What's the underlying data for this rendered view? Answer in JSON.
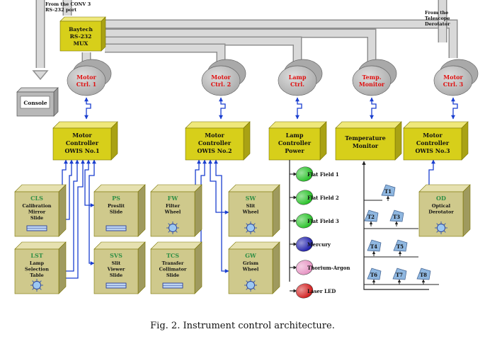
{
  "top_labels": {
    "conv": [
      "From the CONV 3",
      "RS-232 port"
    ],
    "telescope": [
      "From the",
      "Telescope",
      "Derotator"
    ]
  },
  "mux": [
    "Baytech",
    "RS-232",
    "MUX"
  ],
  "console": "Console",
  "ctrls": [
    [
      "Motor",
      "Ctrl. 1"
    ],
    [
      "Motor",
      "Ctrl. 2"
    ],
    [
      "Lamp",
      "Ctrl."
    ],
    [
      "Temp.",
      "Monitor"
    ],
    [
      "Motor",
      "Ctrl. 3"
    ]
  ],
  "controllers": [
    [
      "Motor",
      "Controller",
      "OWIS No.1"
    ],
    [
      "Motor",
      "Controller",
      "OWIS No.2"
    ],
    [
      "Lamp",
      "Controller",
      "Power"
    ],
    [
      "Temperature",
      "Monitor"
    ],
    [
      "Motor",
      "Controller",
      "OWIS No.3"
    ]
  ],
  "devices": [
    {
      "code": "CLS",
      "lines": [
        "Calibration",
        "Mirror",
        "Slide"
      ],
      "icon": "slide"
    },
    {
      "code": "PS",
      "lines": [
        "Preslit",
        "Slide"
      ],
      "icon": "slide"
    },
    {
      "code": "LST",
      "lines": [
        "Lamp",
        "Selection",
        "Table"
      ],
      "icon": "wheel"
    },
    {
      "code": "SVS",
      "lines": [
        "Slit",
        "Viewer",
        "Slide"
      ],
      "icon": "slide"
    },
    {
      "code": "FW",
      "lines": [
        "Filter",
        "Wheel"
      ],
      "icon": "wheel"
    },
    {
      "code": "SW",
      "lines": [
        "Slit",
        "Wheel"
      ],
      "icon": "wheel"
    },
    {
      "code": "TCS",
      "lines": [
        "Transfer",
        "Collimator",
        "Slide"
      ],
      "icon": "slide"
    },
    {
      "code": "GW",
      "lines": [
        "Grism",
        "Wheel"
      ],
      "icon": "wheel"
    },
    {
      "code": "OD",
      "lines": [
        "Optical",
        "Derotator"
      ],
      "icon": "wheel"
    }
  ],
  "lamps": [
    {
      "label": "Flat Field 1",
      "color": "#1fbf1f"
    },
    {
      "label": "Flat Field 2",
      "color": "#1fbf1f"
    },
    {
      "label": "Flat Field 3",
      "color": "#1fbf1f"
    },
    {
      "label": "Mercury",
      "color": "#1616a8"
    },
    {
      "label": "Thorium-Argon",
      "color": "#e58fc0"
    },
    {
      "label": "Laser LED",
      "color": "#d01515"
    }
  ],
  "sensors": [
    "T1",
    "T2",
    "T3",
    "T4",
    "T5",
    "T6",
    "T7",
    "T8"
  ],
  "caption": "Fig. 2. Instrument control architecture."
}
